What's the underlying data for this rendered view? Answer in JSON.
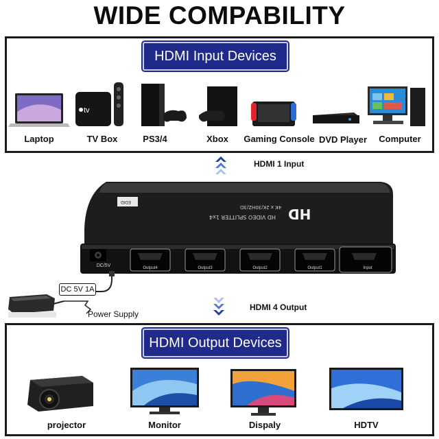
{
  "title": "WIDE COMPABILITY",
  "input_panel": {
    "header": "HDMI  Input Devices",
    "devices": [
      {
        "label": "Laptop",
        "icon": "laptop-icon"
      },
      {
        "label": "TV Box",
        "icon": "tv-box-icon"
      },
      {
        "label": "PS3/4",
        "icon": "game-console-ps-icon"
      },
      {
        "label": "Xbox",
        "icon": "xbox-icon"
      },
      {
        "label": "Gaming Console",
        "icon": "gaming-console-icon"
      },
      {
        "label": "DVD Player",
        "icon": "dvd-player-icon"
      },
      {
        "label": "Computer",
        "icon": "desktop-computer-icon"
      }
    ]
  },
  "input_caption": "HDMI 1 Input",
  "output_caption": "HDMI 4 Output",
  "splitter": {
    "brand": "HD",
    "model": "HD VIDEO SPLITTER 1x4",
    "spec": "4K x 2K/30HZ/3D",
    "power_label": "DC/5V",
    "ports": [
      "Output4",
      "Output3",
      "Output2",
      "Output1",
      "Input"
    ],
    "sticker": "EDID"
  },
  "power": {
    "tag": "DC 5V 1A",
    "label": "Power Supply"
  },
  "output_panel": {
    "header": "HDMI  Output Devices",
    "devices": [
      {
        "label": "projector",
        "icon": "projector-icon"
      },
      {
        "label": "Monitor",
        "icon": "monitor-icon"
      },
      {
        "label": "Dispaly",
        "icon": "display-icon"
      },
      {
        "label": "HDTV",
        "icon": "hdtv-icon"
      }
    ]
  },
  "colors": {
    "pill": "#1f2a8a",
    "arrow_up": "#2b56c9",
    "arrow_down": "#2b56c9",
    "device_body": "#1c1c1c"
  }
}
